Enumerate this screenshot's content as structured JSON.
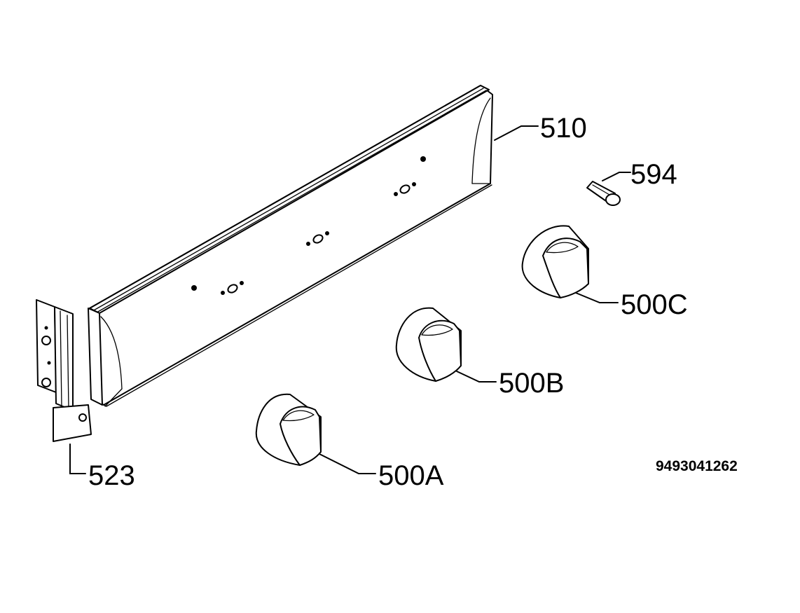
{
  "callouts": {
    "panel": "510",
    "pin": "594",
    "knob_c": "500C",
    "knob_b": "500B",
    "knob_a": "500A",
    "bracket": "523"
  },
  "document_number": "9493041262"
}
